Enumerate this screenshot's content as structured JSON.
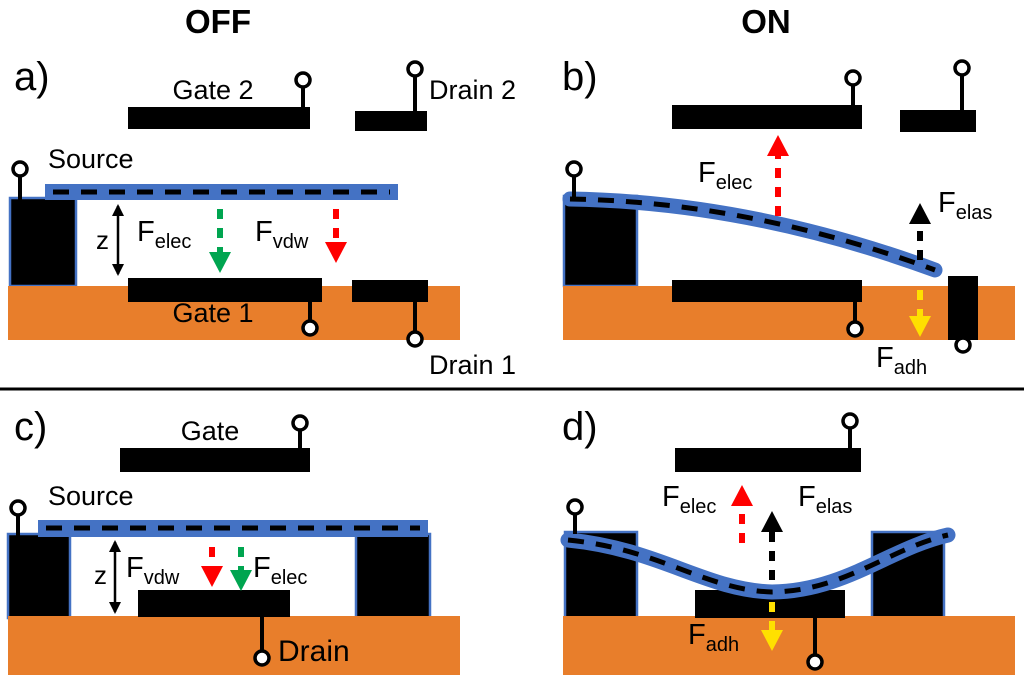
{
  "figure": {
    "headers": {
      "off": "OFF",
      "on": "ON"
    }
  },
  "colors": {
    "background": "#FFFFFF",
    "substrate_orange": "#E87E2B",
    "beam_blue": "#4472C4",
    "device_black": "#000000",
    "arrow_green": "#00A550",
    "arrow_red": "#FF0000",
    "arrow_yellow": "#FFE000",
    "arrow_black": "#000000"
  },
  "panel_a": {
    "label": "a)",
    "gate2_label": "Gate 2",
    "drain2_label": "Drain 2",
    "source_label": "Source",
    "gate1_label": "Gate 1",
    "drain1_label": "Drain 1",
    "gap_label": "z",
    "f_elec": {
      "base": "F",
      "sub": "elec"
    },
    "f_vdw": {
      "base": "F",
      "sub": "vdw"
    }
  },
  "panel_b": {
    "label": "b)",
    "f_elec": {
      "base": "F",
      "sub": "elec"
    },
    "f_elas": {
      "base": "F",
      "sub": "elas"
    },
    "f_adh": {
      "base": "F",
      "sub": "adh"
    }
  },
  "panel_c": {
    "label": "c)",
    "gate_label": "Gate",
    "source_label": "Source",
    "drain_label": "Drain",
    "gap_label": "z",
    "f_vdw": {
      "base": "F",
      "sub": "vdw"
    },
    "f_elec": {
      "base": "F",
      "sub": "elec"
    }
  },
  "panel_d": {
    "label": "d)",
    "f_elec": {
      "base": "F",
      "sub": "elec"
    },
    "f_elas": {
      "base": "F",
      "sub": "elas"
    },
    "f_adh": {
      "base": "F",
      "sub": "adh"
    }
  }
}
